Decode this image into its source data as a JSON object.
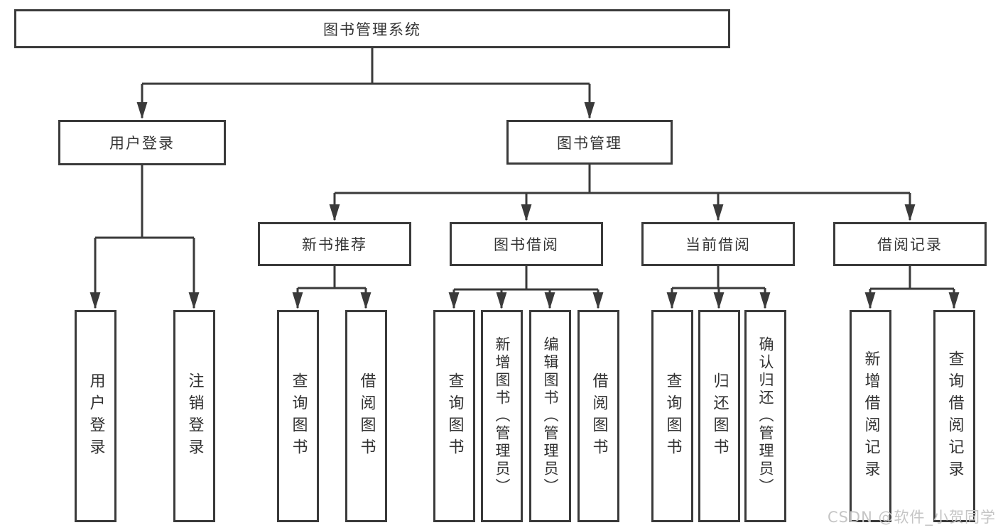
{
  "diagram": {
    "type": "tree",
    "title": "图书管理系统",
    "tree": {
      "label": "图书管理系统",
      "children": [
        {
          "label": "用户登录",
          "children": [
            {
              "label": "用户登录"
            },
            {
              "label": "注销登录"
            }
          ]
        },
        {
          "label": "图书管理",
          "children": [
            {
              "label": "新书推荐",
              "children": [
                {
                  "label": "查询图书"
                },
                {
                  "label": "借阅图书"
                }
              ]
            },
            {
              "label": "图书借阅",
              "children": [
                {
                  "label": "查询图书"
                },
                {
                  "label": "新增图书（管理员）"
                },
                {
                  "label": "编辑图书（管理员）"
                },
                {
                  "label": "借阅图书"
                }
              ]
            },
            {
              "label": "当前借阅",
              "children": [
                {
                  "label": "查询图书"
                },
                {
                  "label": "归还图书"
                },
                {
                  "label": "确认归还（管理员）"
                }
              ]
            },
            {
              "label": "借阅记录",
              "children": [
                {
                  "label": "新增借阅记录"
                },
                {
                  "label": "查询借阅记录"
                }
              ]
            }
          ]
        }
      ]
    }
  },
  "watermark": {
    "text": "CSDN @软件_小贺同学"
  },
  "colors": {
    "line": "#3a3a3a",
    "border": "#3a3a3a",
    "text": "#333333",
    "watermark": "#c5c5c5",
    "background": "#ffffff"
  }
}
